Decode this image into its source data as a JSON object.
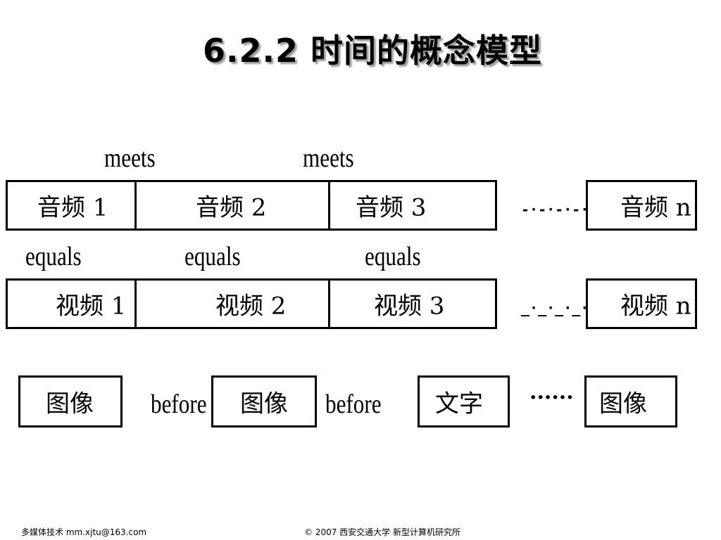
{
  "title": "6.2.2  时间的概念模型",
  "relations": {
    "meets": "meets",
    "equals": "equals",
    "before": "before"
  },
  "audio_row": [
    "音频 1",
    "音频 2",
    "音频 3"
  ],
  "audio_last": "音频 n",
  "audio_gap": "-·-·-·-·-",
  "video_row": [
    "视频 1",
    "视频 2",
    "视频 3"
  ],
  "video_last": "视频 n",
  "video_gap": "_·_·_·_·",
  "media_row": [
    "图像",
    "图像",
    "文字",
    "图像"
  ],
  "media_gap": "······",
  "footer": {
    "left": "多媒体技术  mm.xjtu@163.com",
    "center": "©  2007  西安交通大学 新型计算机研究所"
  }
}
